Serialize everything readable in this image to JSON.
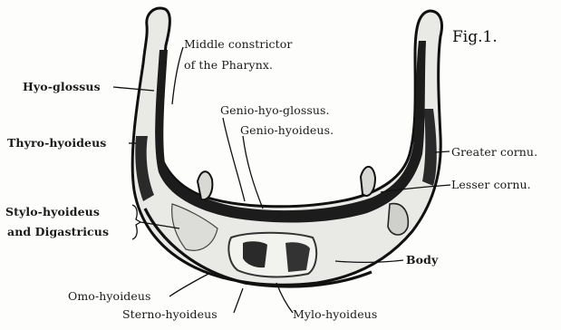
{
  "figure": {
    "number": "Fig.1.",
    "labels": {
      "middle_constrictor_1": "Middle constrictor",
      "middle_constrictor_2": "of the Pharynx.",
      "hyoglossus": "Hyo-glossus",
      "thyrohyoideus": "Thyro-hyoideus",
      "geniohyoglossus": "Genio-hyo-glossus.",
      "geniohyoideus": "Genio-hyoideus.",
      "greater_cornu": "Greater cornu.",
      "lesser_cornu": "Lesser cornu.",
      "stylohyoideus": "Stylo-hyoideus",
      "digastricus": "and Digastricus",
      "body": "Body",
      "omohyoideus": "Omo-hyoideus",
      "sternohyoideus": "Sterno-hyoideus",
      "mylohyoideus": "Mylo-hyoideus"
    }
  },
  "colors": {
    "ink": "#1a1a1a",
    "shade": "#555555",
    "paper": "#fdfdfb"
  }
}
